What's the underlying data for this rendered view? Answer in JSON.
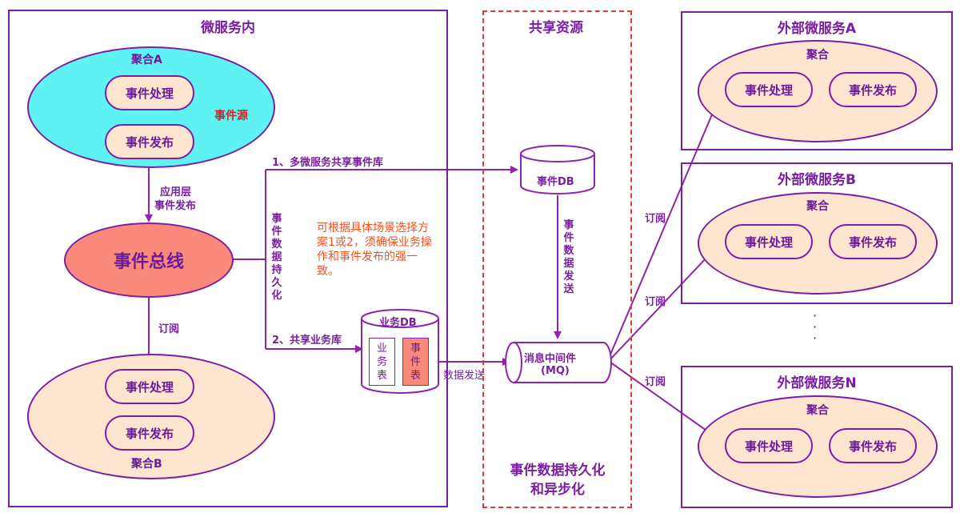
{
  "colors": {
    "purple": "#7b1fa2",
    "cyan": "#5ff2f2",
    "peach": "#fde5cf",
    "salmon": "#f98a7b",
    "orange_note": "#f4511e",
    "red_dashed": "#e53935",
    "dark_red": "#c62828"
  },
  "left_panel": {
    "title": "微服务内",
    "aggregate_a": {
      "label": "聚合A",
      "handle": "事件处理",
      "publish": "事件发布",
      "source": "事件源"
    },
    "app_layer_publish": [
      "应用层",
      "事件发布"
    ],
    "event_bus": "事件总线",
    "subscribe": "订阅",
    "aggregate_b": {
      "label": "聚合B",
      "handle": "事件处理",
      "publish": "事件发布"
    },
    "option1": "1、多微服务共享事件库",
    "option2": "2、共享业务库",
    "persist_vertical": "事件数据持久化",
    "note": "可根据具体场景选择方案1或2，须确保业务操作和事件发布的强一致。",
    "business_db": {
      "label": "业务DB",
      "business_table": "业务表",
      "event_table": "事件表"
    },
    "data_send": "数据发送"
  },
  "shared": {
    "title": "共享资源",
    "event_db": "事件DB",
    "event_data_send_vertical": "事件数据发送",
    "mq_line1": "消息中间件",
    "mq_line2": "(MQ)",
    "footer_line1": "事件数据持久化",
    "footer_line2": "和异步化"
  },
  "external": [
    {
      "title": "外部微服务A",
      "aggregate": "聚合",
      "handle": "事件处理",
      "publish": "事件发布"
    },
    {
      "title": "外部微服务B",
      "aggregate": "聚合",
      "handle": "事件处理",
      "publish": "事件发布"
    },
    {
      "title": "外部微服务N",
      "aggregate": "聚合",
      "handle": "事件处理",
      "publish": "事件发布"
    }
  ],
  "ellipsis_dots": "·\n·\n·",
  "subscribe_labels": [
    "订阅",
    "订阅",
    "订阅"
  ]
}
